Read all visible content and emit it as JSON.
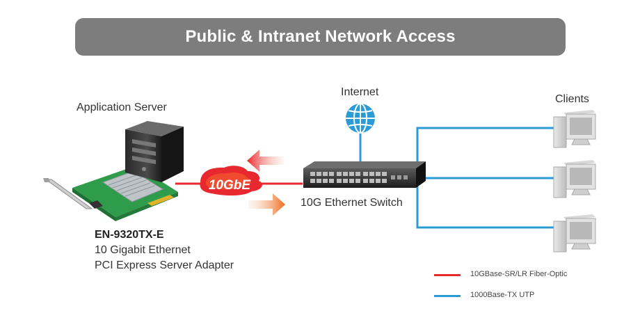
{
  "banner": {
    "title": "Public & Intranet Network Access"
  },
  "labels": {
    "server": "Application Server",
    "internet": "Internet",
    "clients": "Clients",
    "switch": "10G Ethernet Switch",
    "badge": "10GbE"
  },
  "product": {
    "model": "EN-9320TX-E",
    "line1": "10 Gigabit Ethernet",
    "line2": "PCI Express Server Adapter"
  },
  "legend": [
    {
      "label": "10GBase-SR/LR Fiber-Optic",
      "color": "#e8282f"
    },
    {
      "label": "1000Base-TX UTP",
      "color": "#2b9bd6"
    }
  ],
  "colors": {
    "fiber": "#e8282f",
    "utp": "#2b9bd6",
    "banner": "#7d7d7d",
    "arrow": "#f26a1b"
  },
  "icons": [
    "server-tower-icon",
    "nic-card-icon",
    "globe-icon",
    "switch-icon",
    "client-pc-icon"
  ]
}
